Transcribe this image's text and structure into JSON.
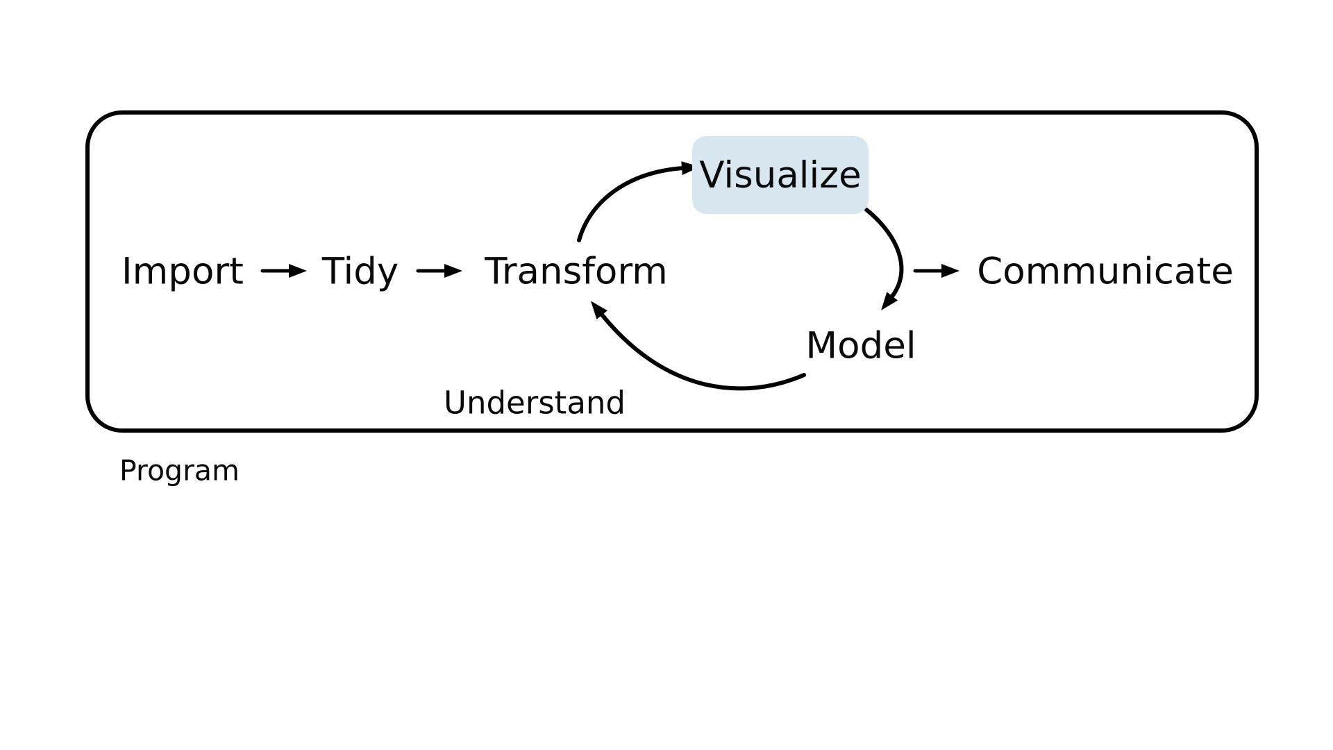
{
  "figure": {
    "type": "workflow-diagram",
    "nodes": {
      "import": "Import",
      "tidy": "Tidy",
      "transform": "Transform",
      "visualize": "Visualize",
      "model": "Model",
      "communicate": "Communicate"
    },
    "annotations": {
      "understand": "Understand",
      "program": "Program"
    },
    "flows": [
      "Import -> Tidy",
      "Tidy -> Transform",
      "Transform -> Visualize",
      "Visualize -> Model",
      "Model -> Transform",
      "cycle -> Communicate"
    ],
    "colors": {
      "highlight_fill": "#d8e6f0",
      "line": "#000000",
      "text": "#0a0a0a",
      "background": "#ffffff"
    }
  }
}
